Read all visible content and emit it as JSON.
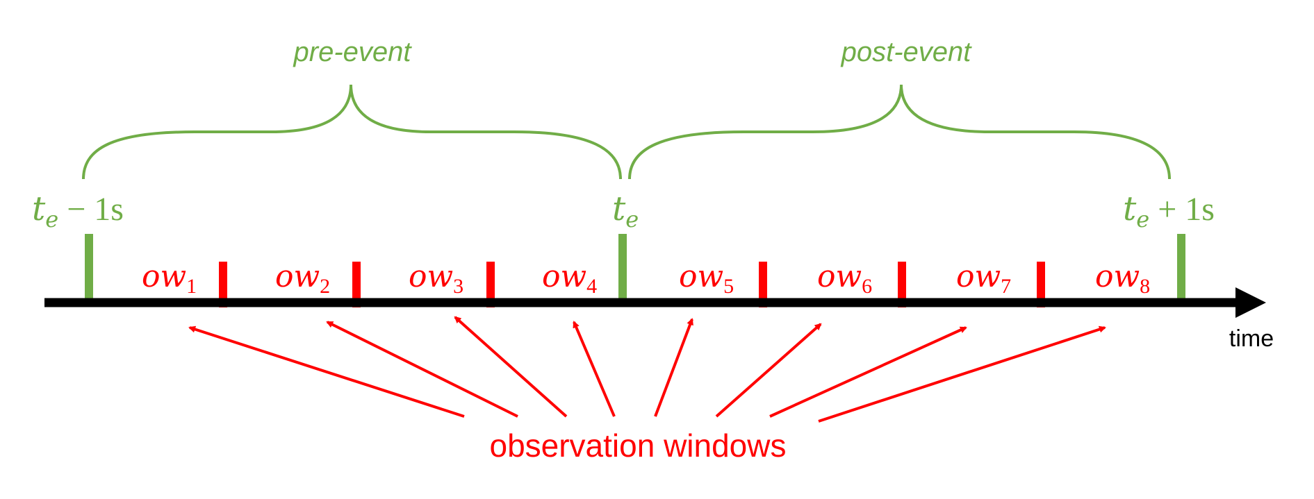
{
  "colors": {
    "axis": "#000000",
    "event_green": "#70AD47",
    "window_red": "#FF0000"
  },
  "labels": {
    "pre_event": "pre-event",
    "post_event": "post-event",
    "time_axis": "time",
    "observation_windows": "observation windows"
  },
  "markers": {
    "start": {
      "base": "t",
      "sub": "e",
      "suffix": " − 1s"
    },
    "event": {
      "base": "t",
      "sub": "e",
      "suffix": ""
    },
    "end": {
      "base": "t",
      "sub": "e",
      "suffix": " + 1s"
    }
  },
  "windows": [
    {
      "base": "ow",
      "sub": "1"
    },
    {
      "base": "ow",
      "sub": "2"
    },
    {
      "base": "ow",
      "sub": "3"
    },
    {
      "base": "ow",
      "sub": "4"
    },
    {
      "base": "ow",
      "sub": "5"
    },
    {
      "base": "ow",
      "sub": "6"
    },
    {
      "base": "ow",
      "sub": "7"
    },
    {
      "base": "ow",
      "sub": "8"
    }
  ]
}
